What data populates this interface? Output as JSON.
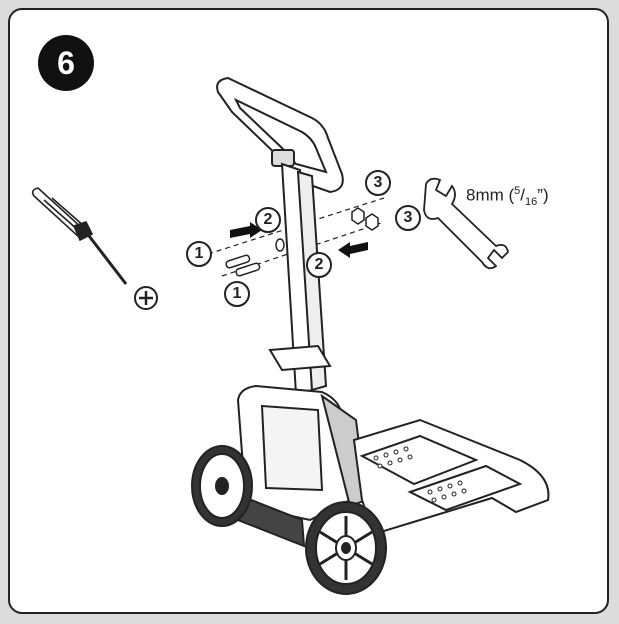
{
  "step": {
    "number": "6"
  },
  "tool_spec": {
    "size": "8mm (",
    "frac_num": "5",
    "frac_sep": "/",
    "frac_den": "16",
    "suffix": "”)"
  },
  "callouts": {
    "bolt_a": "1",
    "bolt_b": "1",
    "washer_a": "2",
    "washer_b": "2",
    "nut_a": "3",
    "nut_b": "3"
  },
  "icons": {
    "screwdriver": "phillips-screwdriver-icon",
    "phillips": "phillips-head-icon",
    "wrench": "open-end-wrench-icon",
    "arrow": "insert-arrow-icon"
  },
  "colors": {
    "line": "#222222",
    "background": "#ffffff",
    "badge": "#111111"
  }
}
